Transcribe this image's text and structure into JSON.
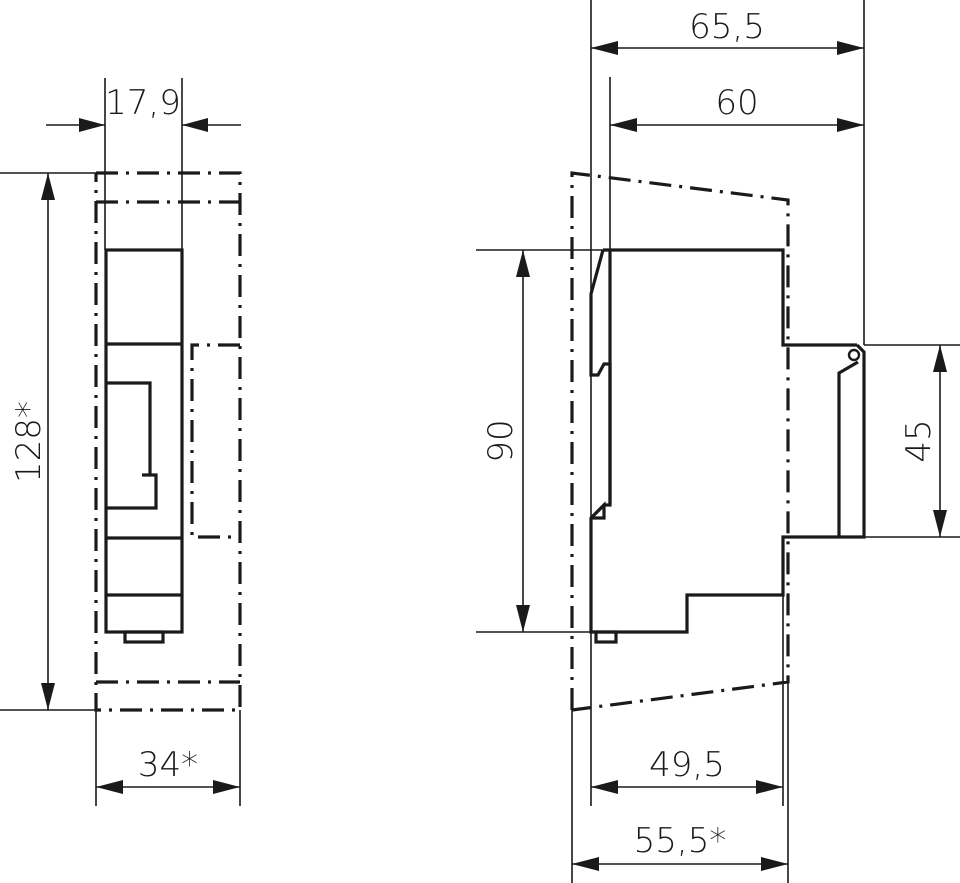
{
  "drawing": {
    "type": "technical-dimension-drawing",
    "front_view": {
      "dimensions": {
        "width_module": "17,9",
        "height_max": "128*",
        "width_max": "34*"
      }
    },
    "side_view": {
      "dimensions": {
        "depth_total": "65,5",
        "depth_body": "60",
        "height_body": "90",
        "height_front": "45",
        "depth_rear": "49,5",
        "depth_max": "55,5*"
      }
    },
    "colors": {
      "line": "#1a1a1a",
      "background": "#ffffff"
    }
  }
}
